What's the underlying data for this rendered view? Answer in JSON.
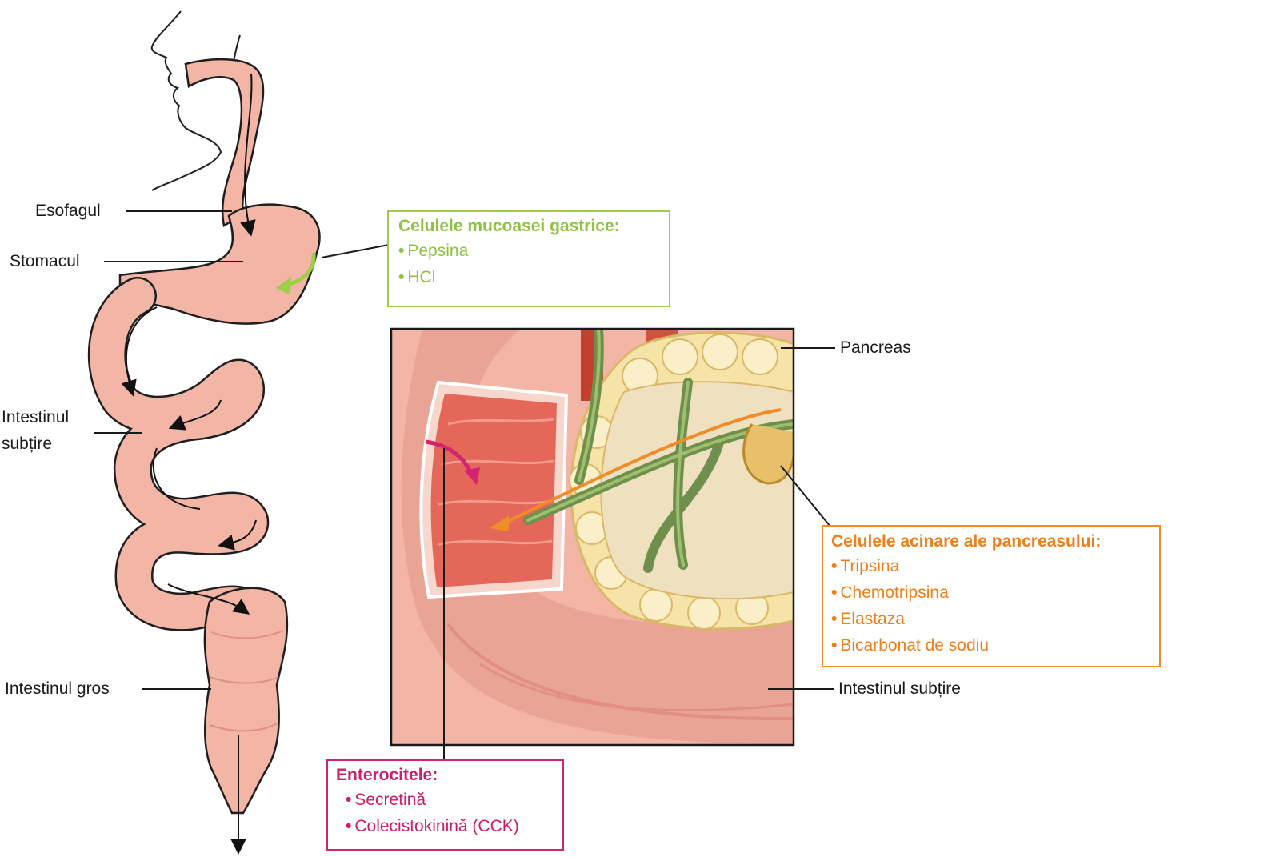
{
  "labels": {
    "esophagus": "Esofagul",
    "stomach": "Stomacul",
    "small_intestine_left_line1": "Intestinul",
    "small_intestine_left_line2": "subțire",
    "large_intestine": "Intestinul gros",
    "pancreas": "Pancreas",
    "small_intestine_right": "Intestinul subțire"
  },
  "boxes": {
    "gastric": {
      "title": "Celulele mucoasei gastrice:",
      "items": [
        "Pepsina",
        "HCl"
      ],
      "color": "#8fc23f"
    },
    "acinar": {
      "title": "Celulele acinare ale pancreasului:",
      "items": [
        "Tripsina",
        "Chemotripsina",
        "Elastaza",
        "Bicarbonat de sodiu"
      ],
      "color": "#ef7f1a"
    },
    "entero": {
      "title": "Enterocitele:",
      "items": [
        "Secretină",
        "Colecistokinină (CCK)"
      ],
      "color": "#cf1b69"
    }
  },
  "colors": {
    "tract_fill": "#f3b5a6",
    "tract_outline": "#1e1e1e",
    "gastric_arrow": "#9bcf45",
    "acinar_arrow": "#f08b2a",
    "entero_arrow": "#d2246f",
    "pancreas_fill": "#f6e3a8",
    "duct_green": "#6f8f4c",
    "mucosa_red": "#e4675a"
  }
}
